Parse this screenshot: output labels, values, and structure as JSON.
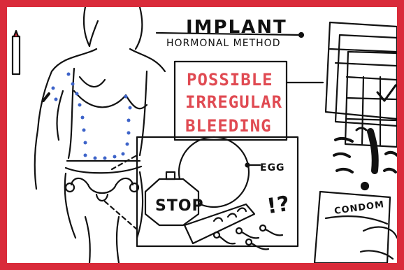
{
  "labels": {
    "implant": "IMPLANT",
    "hormonal_method": "HORMONAL METHOD",
    "possible": "POSSIBLE",
    "irregular": "IRREGULAR",
    "bleeding": "BLEEDING",
    "egg": "EGG",
    "stop": "STOP",
    "exclaim": "!?",
    "condom": "CONDOM"
  },
  "colors": {
    "frame": "#d92b3a",
    "marker_red": "#e04a52",
    "ink": "#111111",
    "dots": "#3d63c9"
  }
}
